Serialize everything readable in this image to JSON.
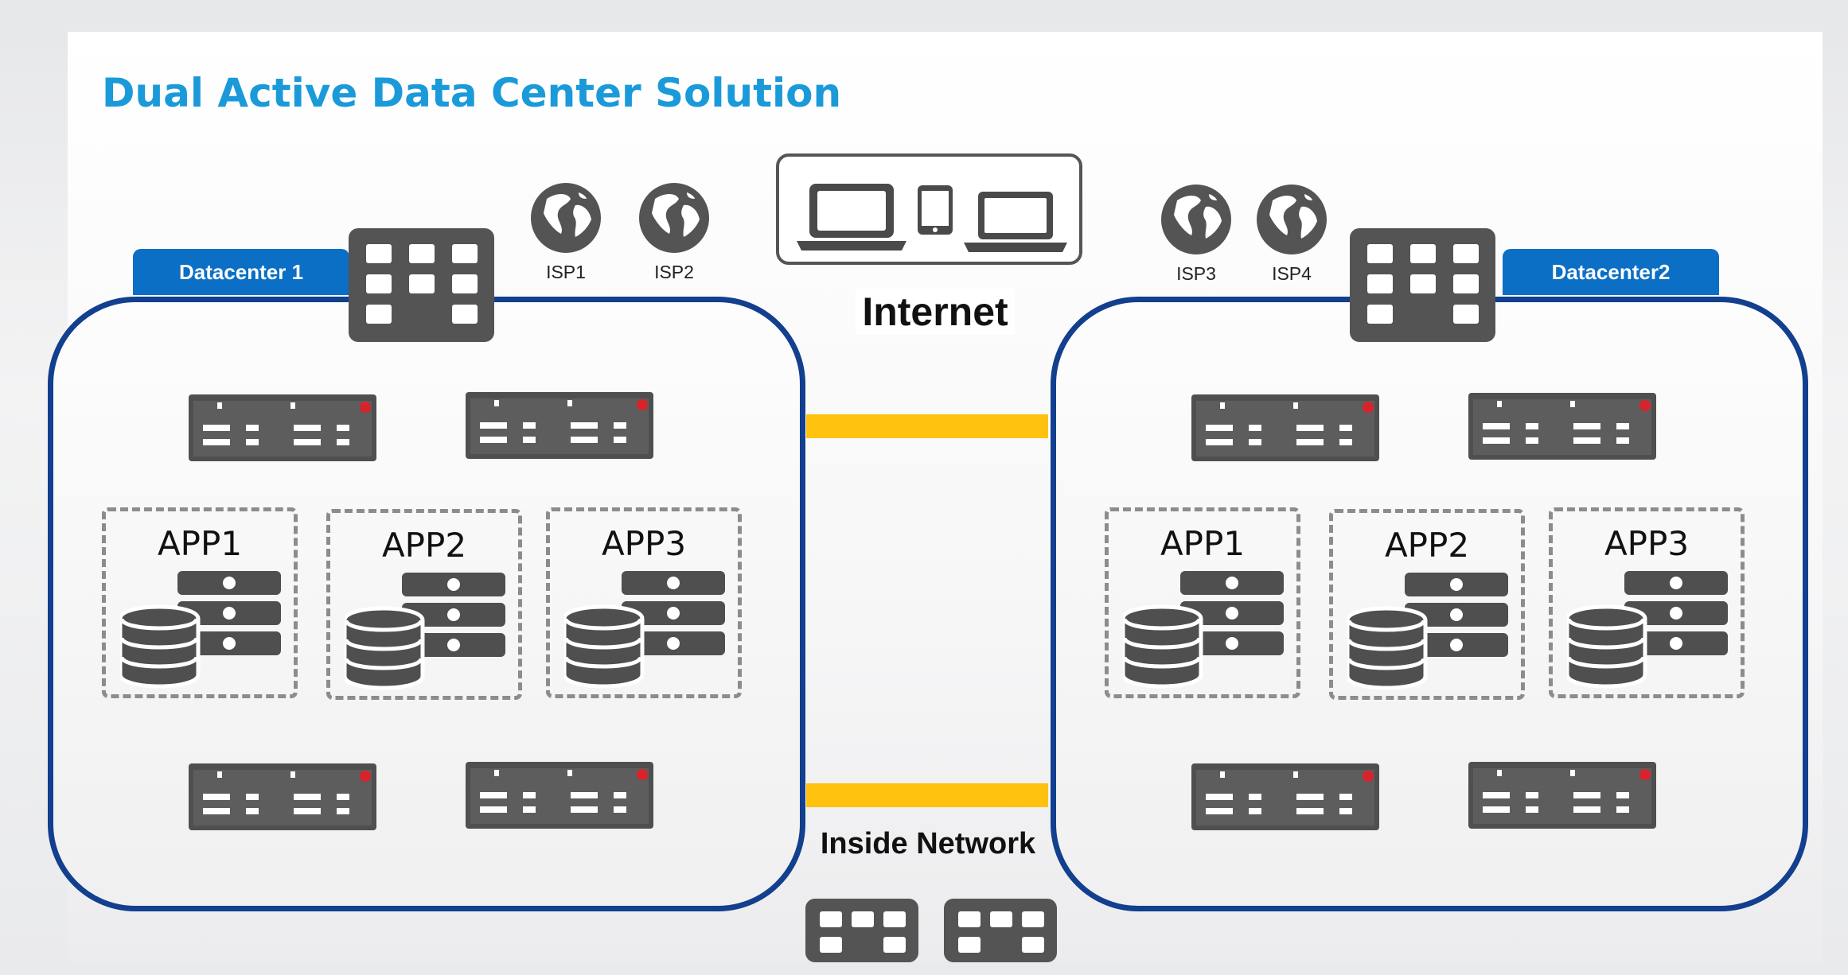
{
  "title": "Dual Active Data Center Solution",
  "datacenters": [
    {
      "label": "Datacenter 1",
      "apps": [
        "APP1",
        "APP2",
        "APP3"
      ],
      "isps": [
        "ISP1",
        "ISP2"
      ]
    },
    {
      "label": "Datacenter2",
      "apps": [
        "APP1",
        "APP2",
        "APP3"
      ],
      "isps": [
        "ISP3",
        "ISP4"
      ]
    }
  ],
  "internet_label": "Internet",
  "inside_network_label": "Inside Network",
  "icons": {
    "building": "building-icon",
    "globe": "globe-icon",
    "laptop": "laptop-icon",
    "phone": "phone-icon",
    "network_switch": "network-switch-icon",
    "server_database": "server-database-icon"
  },
  "colors": {
    "title": "#1a9ad9",
    "datacenter_border": "#123f8e",
    "datacenter_label_bg": "#0b6fc5",
    "link": "#ffc20e",
    "icon_dark": "#545454"
  }
}
